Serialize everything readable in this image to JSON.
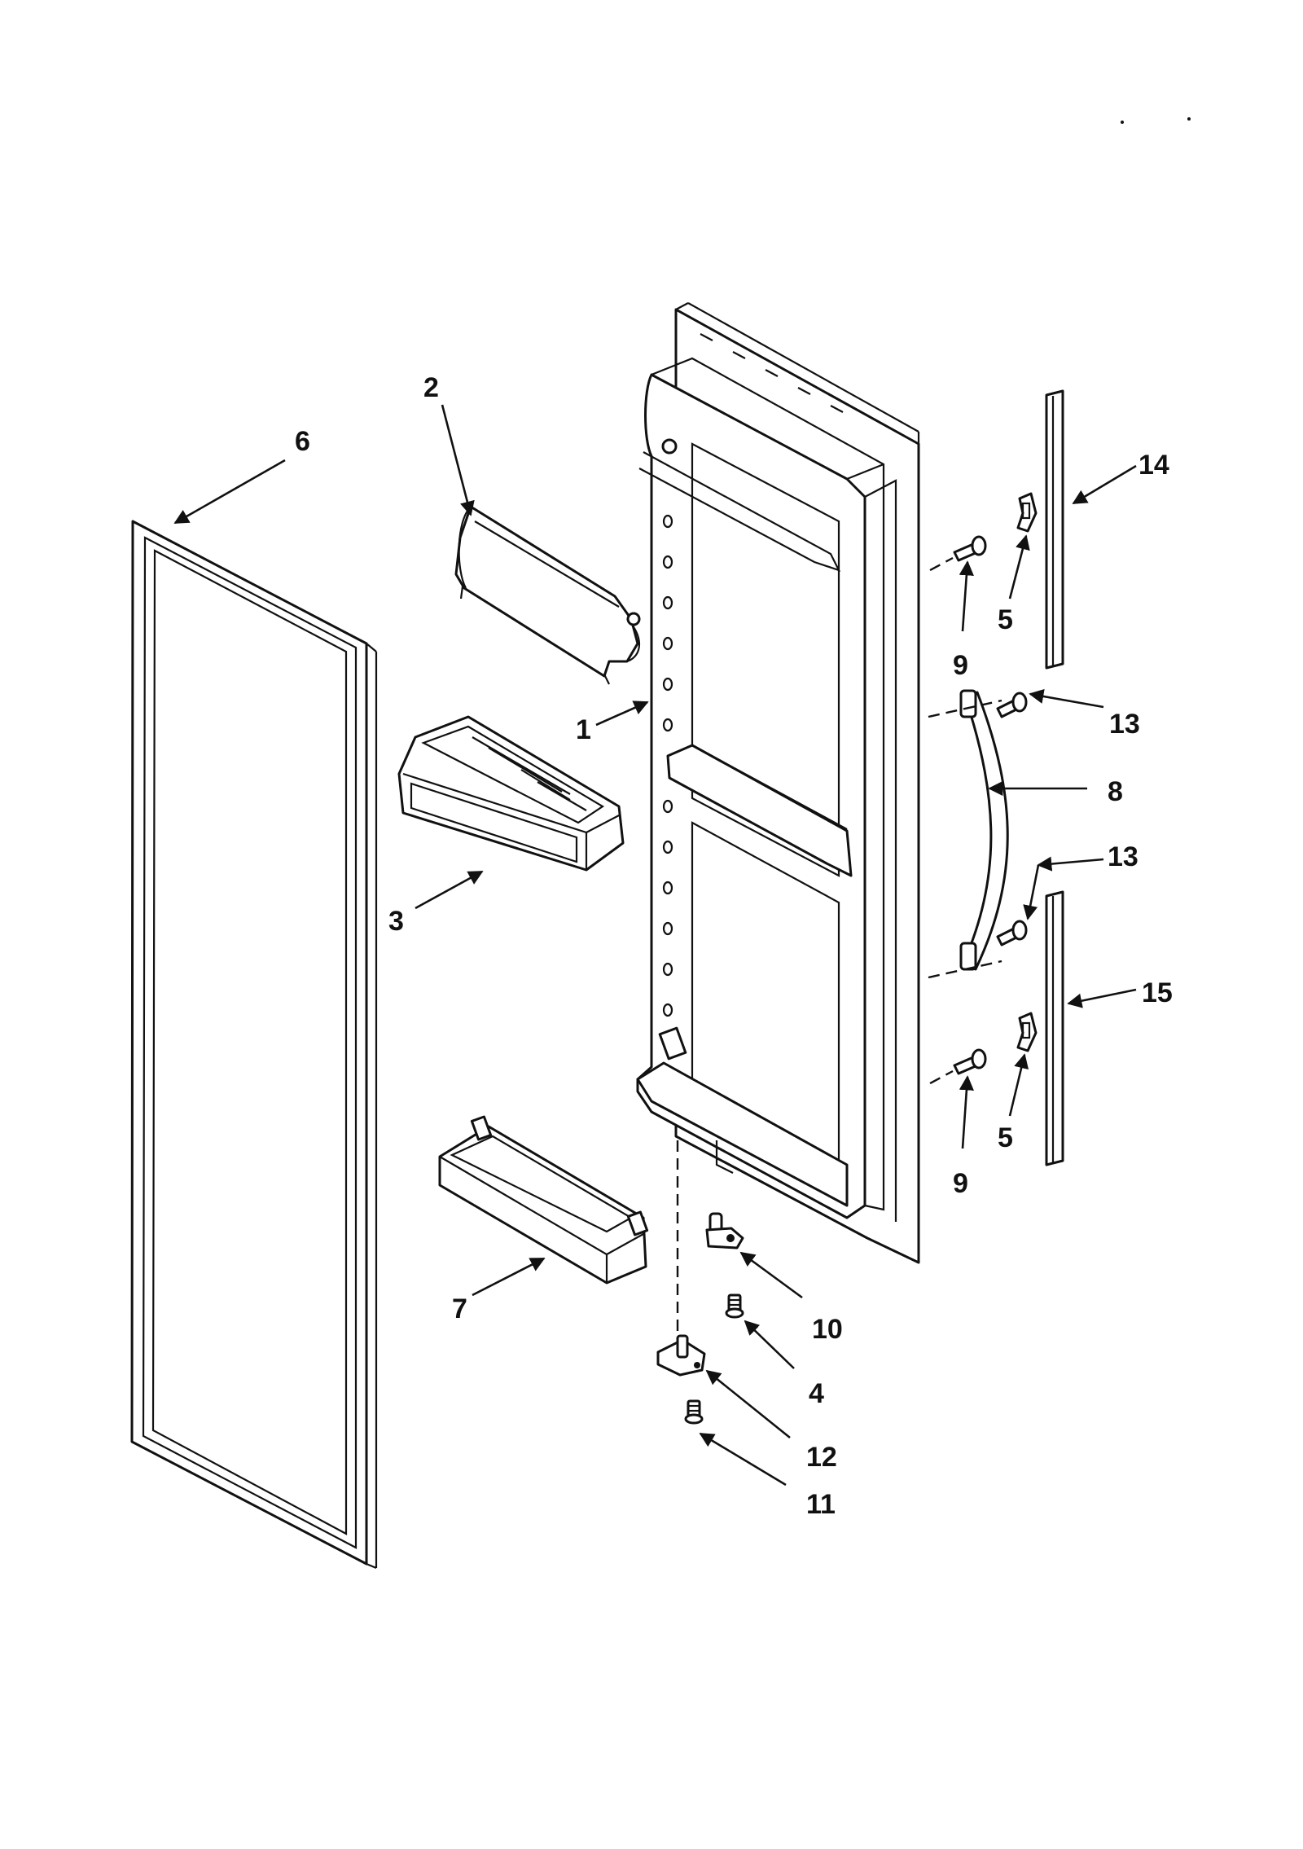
{
  "callouts": {
    "c1": "1",
    "c2": "2",
    "c3": "3",
    "c4": "4",
    "c5a": "5",
    "c5b": "5",
    "c6": "6",
    "c7": "7",
    "c8": "8",
    "c9a": "9",
    "c9b": "9",
    "c10": "10",
    "c11": "11",
    "c12": "12",
    "c13a": "13",
    "c13b": "13",
    "c14": "14",
    "c15": "15"
  }
}
